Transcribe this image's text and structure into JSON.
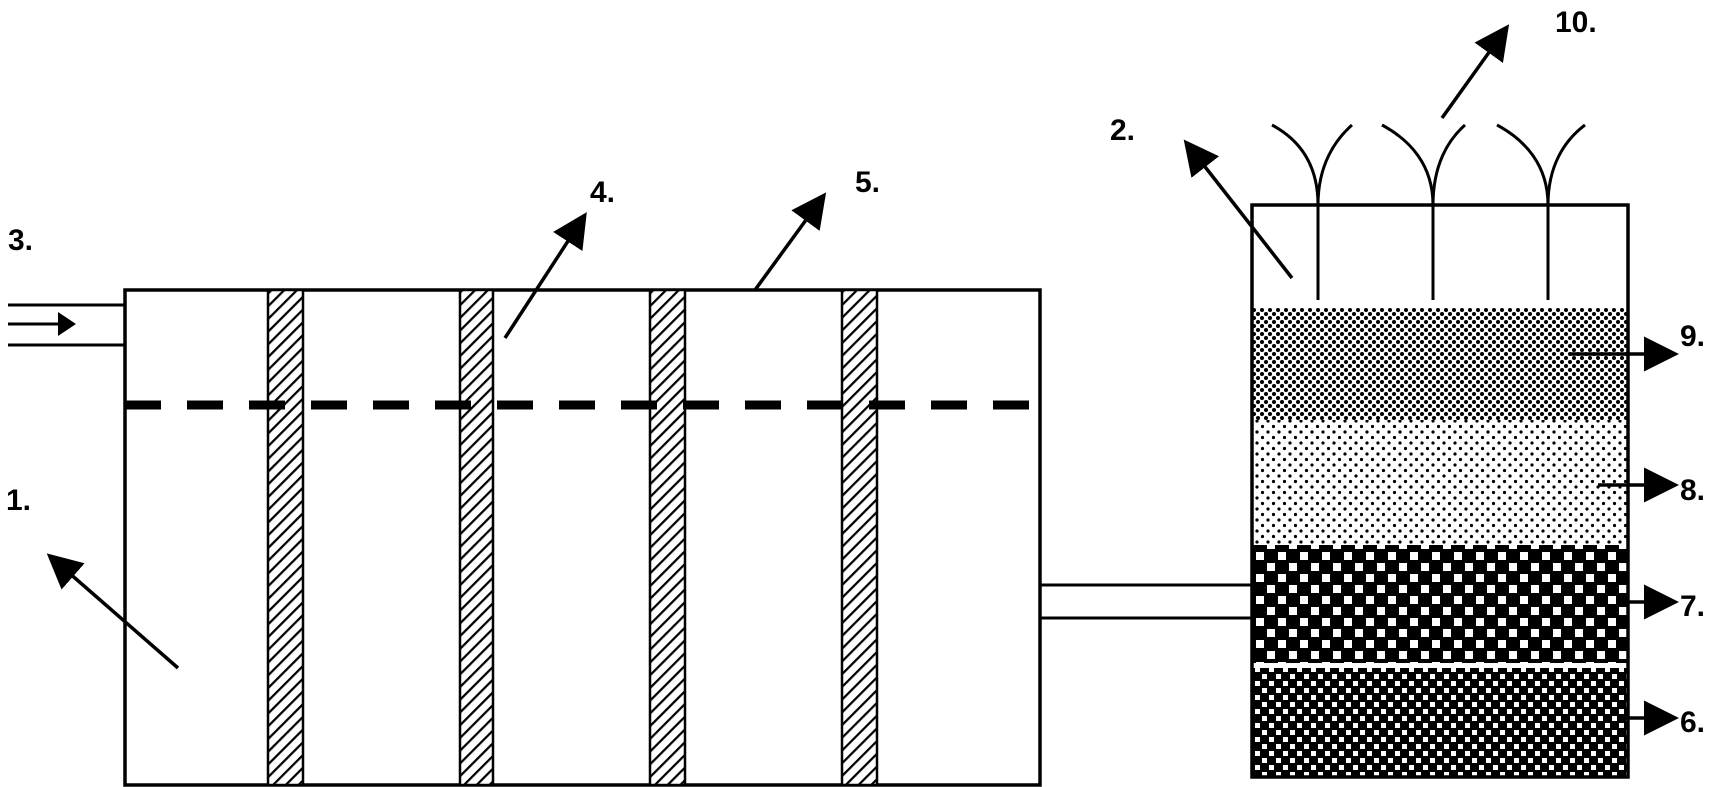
{
  "labels": {
    "l1": "1.",
    "l2": "2.",
    "l3": "3.",
    "l4": "4.",
    "l5": "5.",
    "l6": "6.",
    "l7": "7.",
    "l8": "8.",
    "l9": "9.",
    "l10": "10."
  },
  "colors": {
    "ink": "#000000",
    "background": "#ffffff"
  }
}
